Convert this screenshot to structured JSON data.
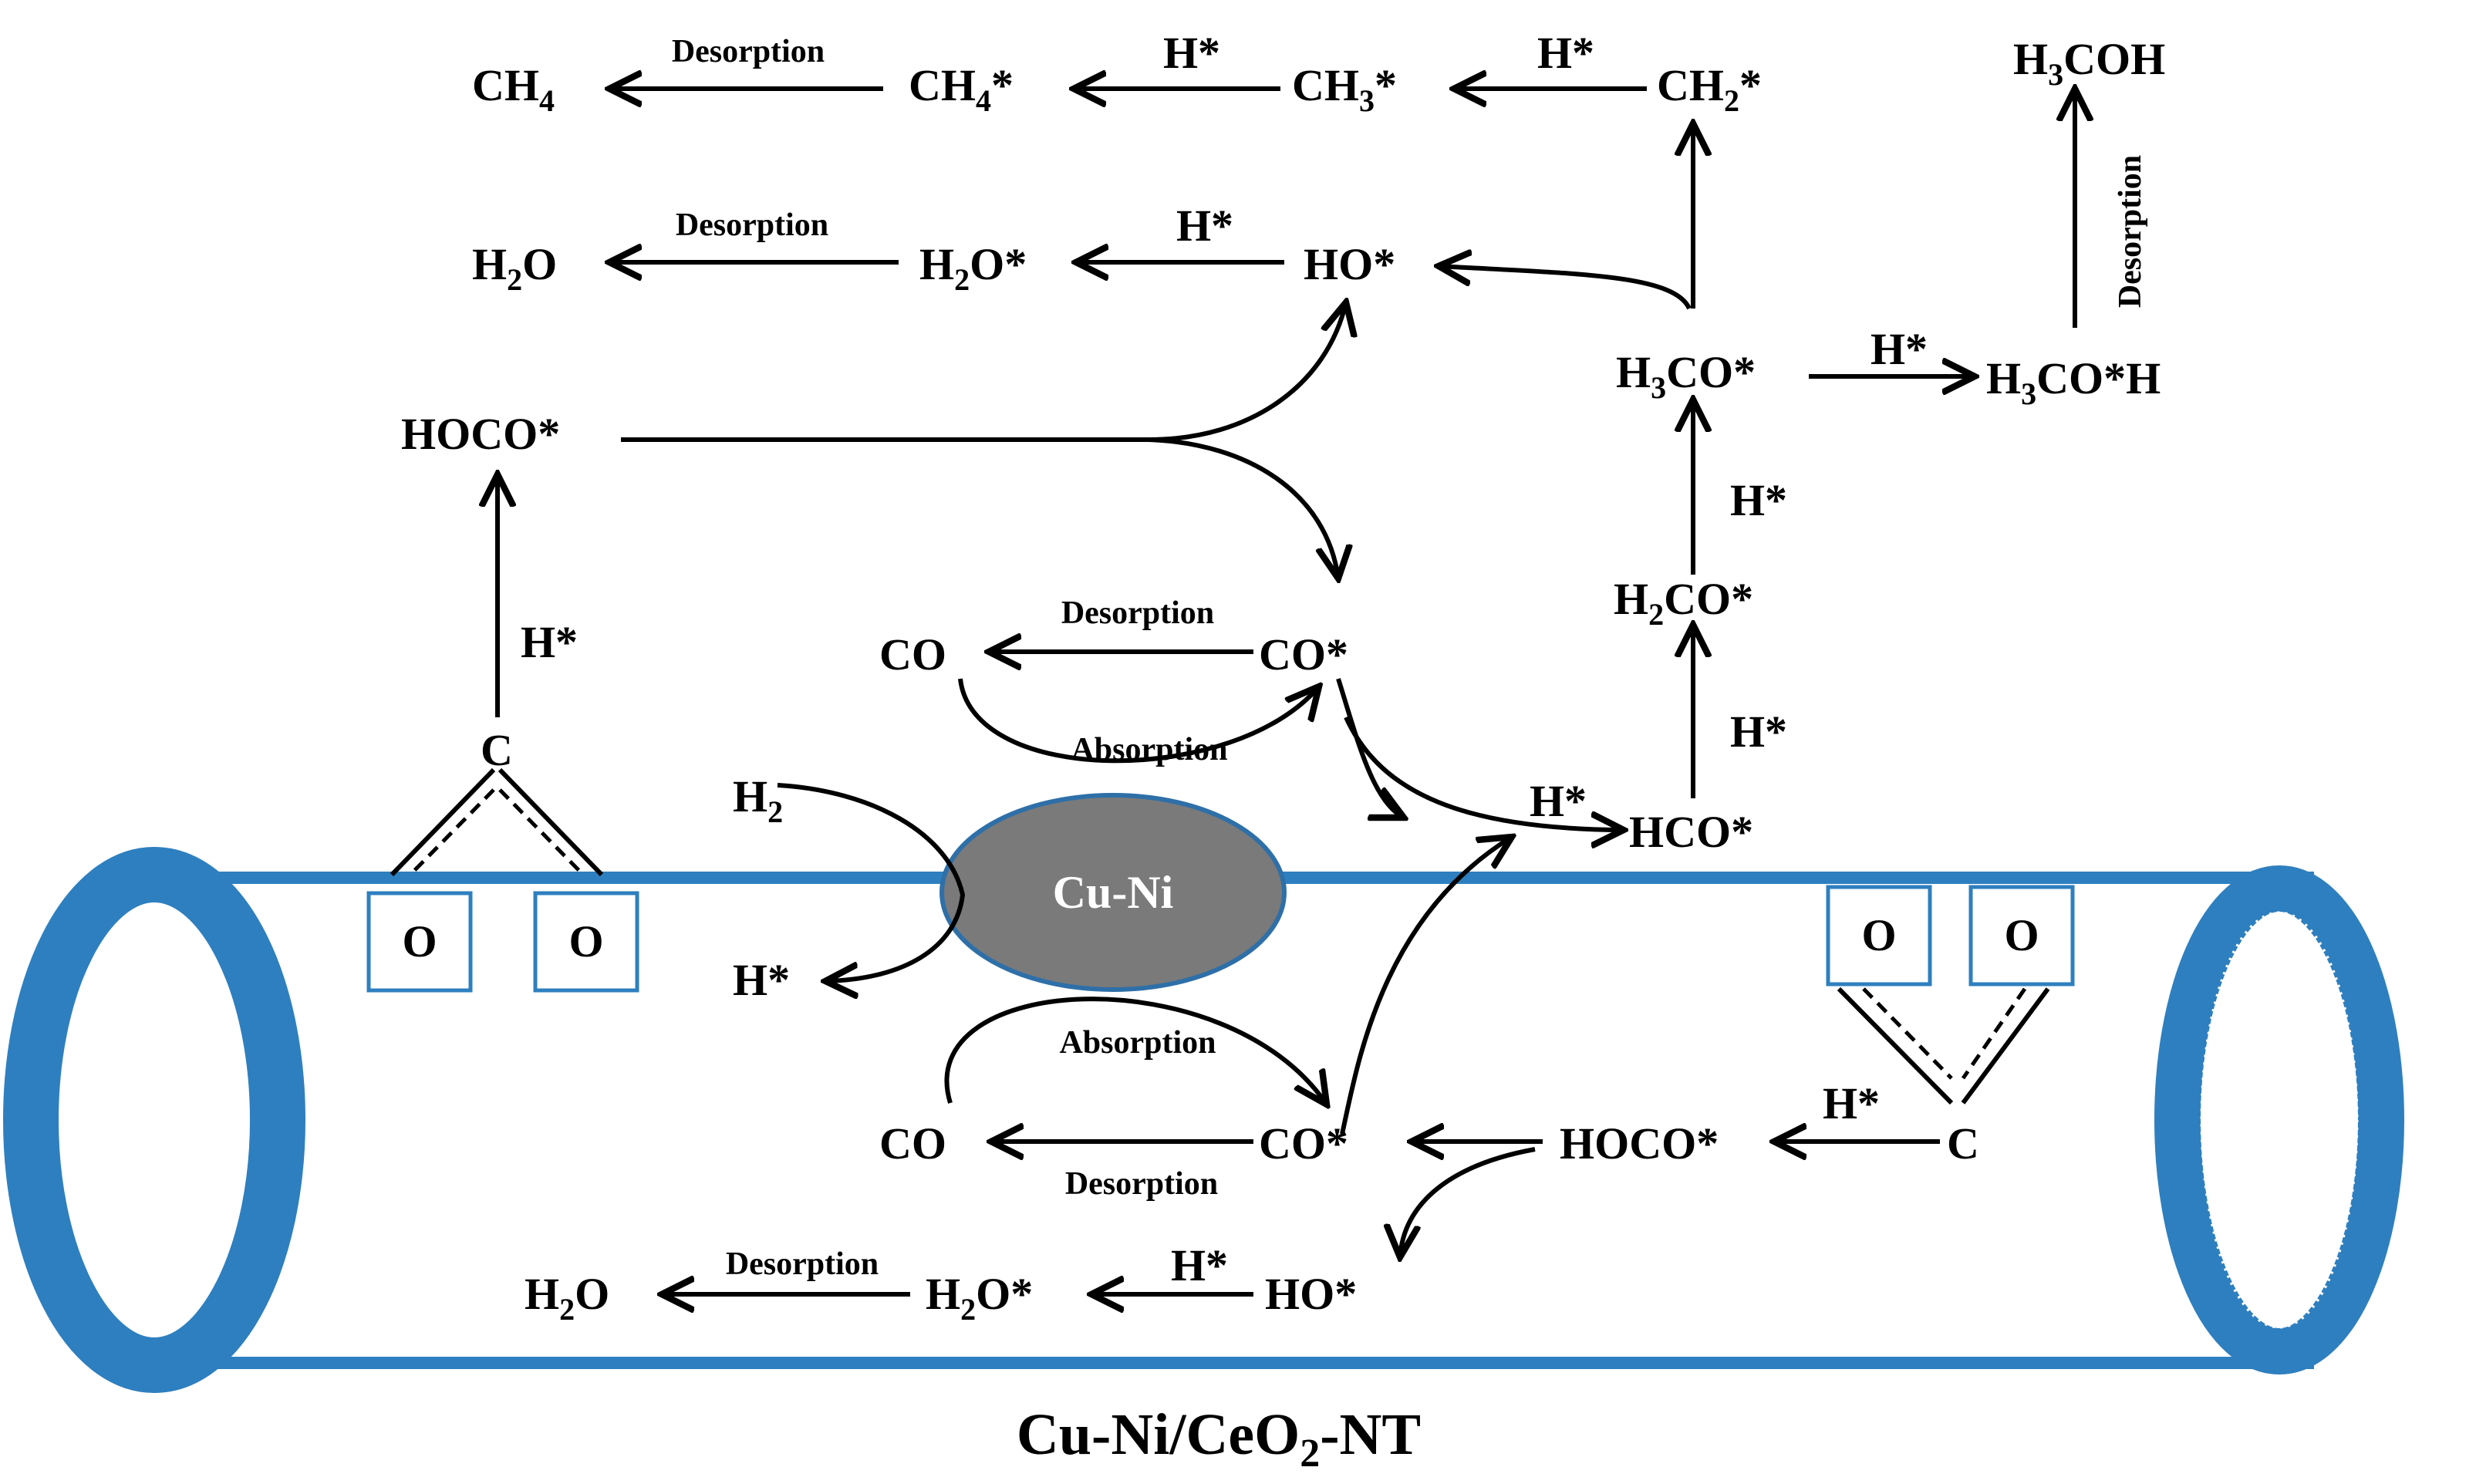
{
  "colors": {
    "tube": "#2e7fbf",
    "catalyst_fill": "#7a7a7a",
    "catalyst_border": "#2e6fa8",
    "text": "#000000"
  },
  "catalyst_label": "Cu-Ni",
  "caption": {
    "main": "Cu-Ni/CeO",
    "sub": "2",
    "suffix": "-NT"
  },
  "surface_oxygen_label": "O",
  "carbon_label": "C",
  "arrow_labels": {
    "desorption": "Desorption",
    "absorption": "Absorption",
    "hydrogen": "H*"
  },
  "species": {
    "ch4": {
      "base": "CH",
      "sub": "4",
      "suffix": ""
    },
    "ch4_ads": {
      "base": "CH",
      "sub": "4",
      "suffix": "*"
    },
    "ch3_ads": {
      "base": "CH",
      "sub": "3",
      "suffix": "*"
    },
    "ch2_ads": {
      "base": "CH",
      "sub": "2",
      "suffix": "*"
    },
    "h3coh": {
      "base": "H",
      "sub": "3",
      "suffix": "COH"
    },
    "h2o": {
      "base": "H",
      "sub": "2",
      "suffix": "O"
    },
    "h2o_ads": {
      "base": "H",
      "sub": "2",
      "suffix": "O*"
    },
    "ho_ads": "HO*",
    "h3co_ads": {
      "base": "H",
      "sub": "3",
      "suffix": "CO*"
    },
    "h3coh_ads": {
      "base": "H",
      "sub": "3",
      "suffix": "CO*H"
    },
    "h2co_ads": {
      "base": "H",
      "sub": "2",
      "suffix": "CO*"
    },
    "hco_ads": "HCO*",
    "hoco_ads": "HOCO*",
    "co_ads": "CO*",
    "co": "CO",
    "h2": {
      "base": "H",
      "sub": "2",
      "suffix": ""
    },
    "h_ads": "H*"
  }
}
